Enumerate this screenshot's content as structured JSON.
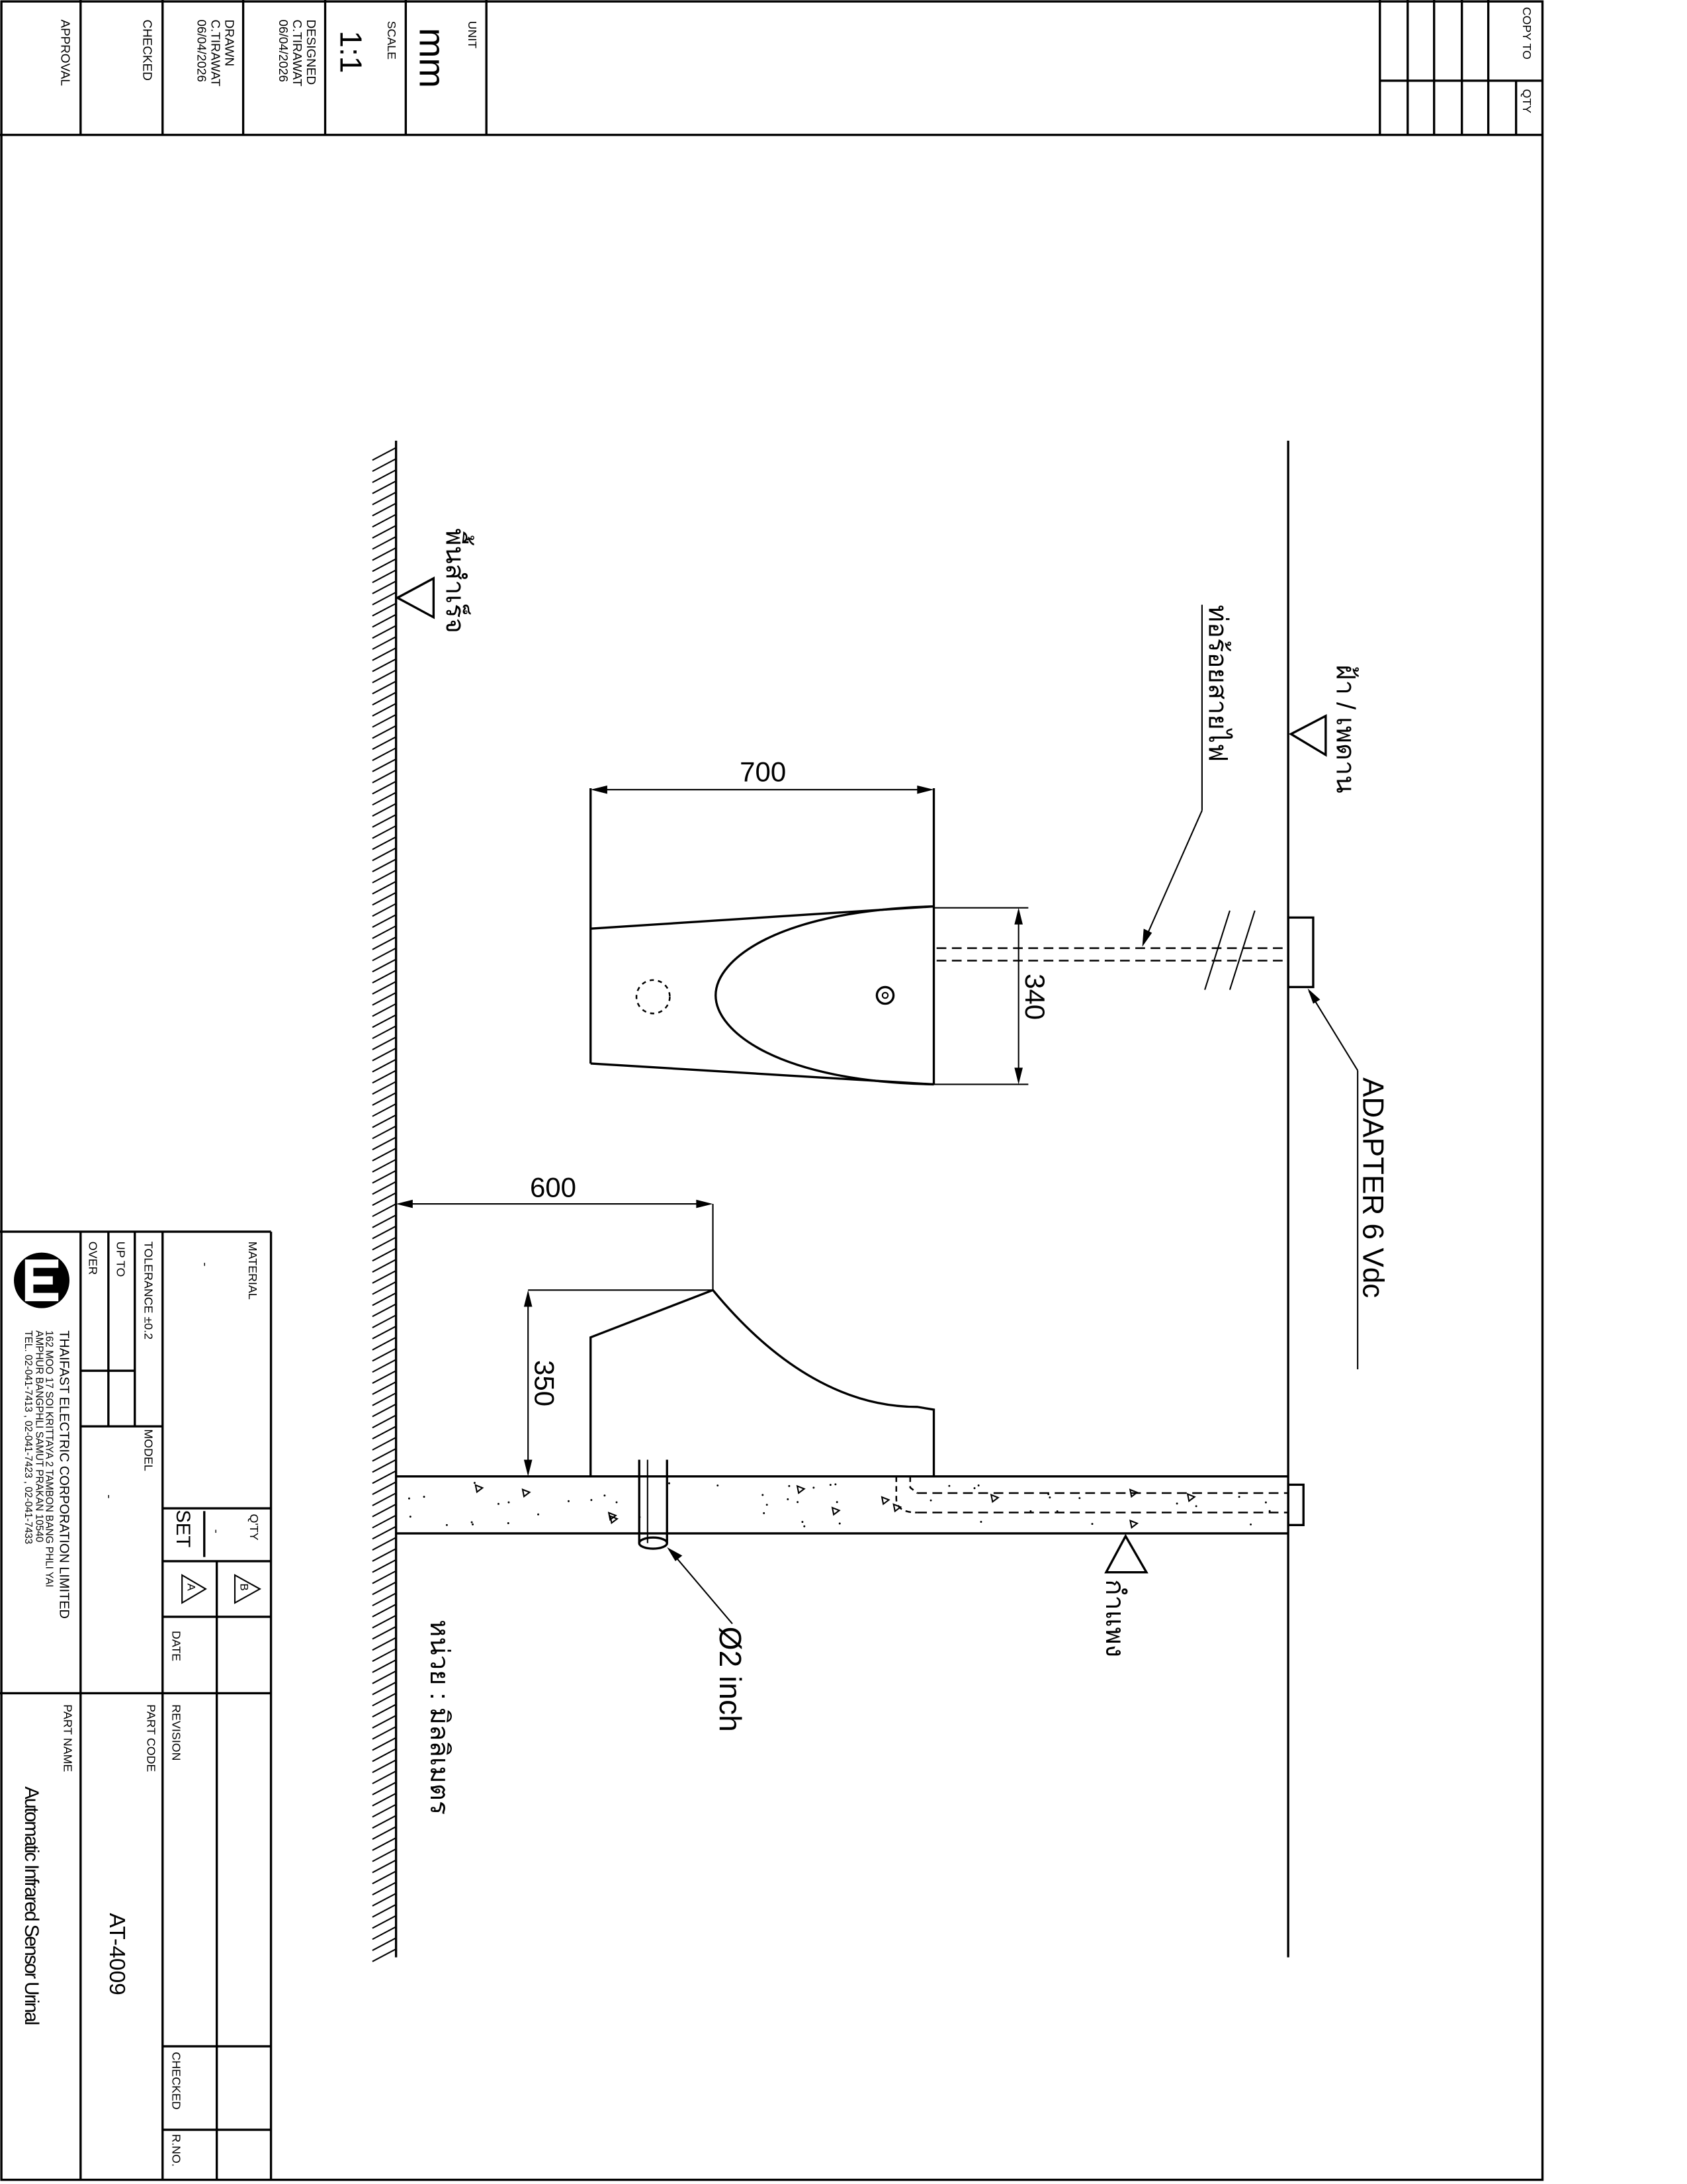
{
  "title_block_top": {
    "unit_label": "UNIT",
    "unit_value": "mm",
    "scale_label": "SCALE",
    "scale_value": "1:1",
    "designed_label": "DESIGNED",
    "designed_by": "C.TIRAWAT",
    "designed_date": "06/04/2026",
    "drawn_label": "DRAWN",
    "drawn_by": "C.TIRAWAT",
    "drawn_date": "06/04/2026",
    "checked_label": "CHECKED",
    "approval_label": "APPROVAL",
    "copy_to_label": "COPY TO",
    "qty_label": "QTY"
  },
  "title_block_bottom": {
    "material_label": "MATERIAL",
    "material_value": "-",
    "tolerance_label": "TOLERANCE ±0.2",
    "up_to_label": "UP TO",
    "over_label": "OVER",
    "model_label": "MODEL",
    "model_value": "-",
    "qty_label": "Q'TY",
    "qty_value": "-",
    "qty_unit": "SET",
    "rev_a": "A",
    "rev_b": "B",
    "date_label": "DATE",
    "revision_label": "REVISION",
    "checked_label": "CHECKED",
    "rno_label": "R.NO.",
    "part_code_label": "PART CODE",
    "part_code": "AT-4009",
    "part_name_label": "PART NAME",
    "part_name": "Automatic Infrared Sensor Urinal",
    "company_name": "THAIFAST ELECTRIC CORPORATION LIMITED",
    "address_line1": "162 MOO 17 SOI KRITTAYA 2 TAMBON BANG PHLI YAI",
    "address_line2": "AMPHUR BANGPHLI SAMUT PRAKAN 10540",
    "phone_line": "TEL. 02-041-7413 , 02-041-7423 , 02-041-7433"
  },
  "drawing": {
    "ceiling_label": "ฝ้า / เพดาน",
    "conduit_label": "ท่อร้อยสายไฟ",
    "floor_label": "พื้นสำเร็จ",
    "wall_label": "กำแพง",
    "unit_note": "หน่วย : มิลลิเมตร",
    "adapter_label": "ADAPTER 6 Vdc",
    "pipe_label": "Ø2 inch",
    "dim_width": "700",
    "dim_depth": "340",
    "dim_distance": "600",
    "dim_height": "350"
  }
}
